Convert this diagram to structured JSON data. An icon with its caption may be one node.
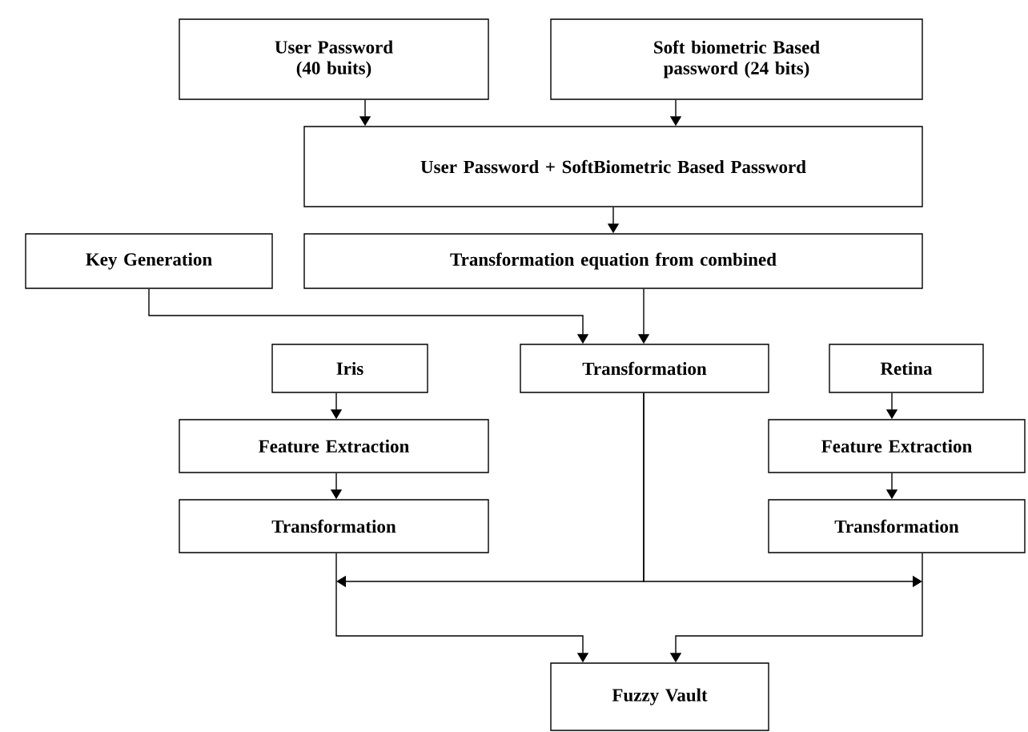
{
  "diagram": {
    "nodes": [
      {
        "text": [
          "User Password (40 buits)"
        ]
      },
      {
        "text": [
          "Soft biometric Based password (24 bits)"
        ]
      },
      {
        "text": [
          "User Password + SoftBiometric Based Password"
        ]
      },
      {
        "text": [
          "Key Generation"
        ]
      },
      {
        "text": [
          "Transformation equation from combined"
        ]
      },
      {
        "text": [
          "Iris"
        ]
      },
      {
        "text": [
          "Transformation"
        ]
      },
      {
        "text": [
          "Retina"
        ]
      },
      {
        "text": [
          "Feature Extraction"
        ]
      },
      {
        "text": [
          "Transformation"
        ]
      },
      {
        "text": [
          "Feature Extraction"
        ]
      },
      {
        "text": [
          "Transformation"
        ]
      },
      {
        "text": [
          "Fuzzy Vault"
        ]
      }
    ],
    "edges": [
      {
        "from": 0,
        "to": 2,
        "arrow": "to"
      },
      {
        "from": 1,
        "to": 2,
        "arrow": "to"
      },
      {
        "from": 2,
        "to": 4,
        "arrow": "to"
      },
      {
        "from": 3,
        "to": 6,
        "arrow": "to"
      },
      {
        "from": 4,
        "to": 6,
        "arrow": "to"
      },
      {
        "from": 5,
        "to": 8,
        "arrow": "to"
      },
      {
        "from": 8,
        "to": 9,
        "arrow": "to"
      },
      {
        "from": 7,
        "to": 10,
        "arrow": "to"
      },
      {
        "from": 10,
        "to": 11,
        "arrow": "to"
      },
      {
        "from": 6,
        "to": null,
        "arrow": "to"
      },
      {
        "from": 6,
        "to": null,
        "arrow": "to"
      },
      {
        "from": 9,
        "to": 12,
        "arrow": "to"
      },
      {
        "from": 11,
        "to": 12,
        "arrow": "to"
      }
    ]
  }
}
